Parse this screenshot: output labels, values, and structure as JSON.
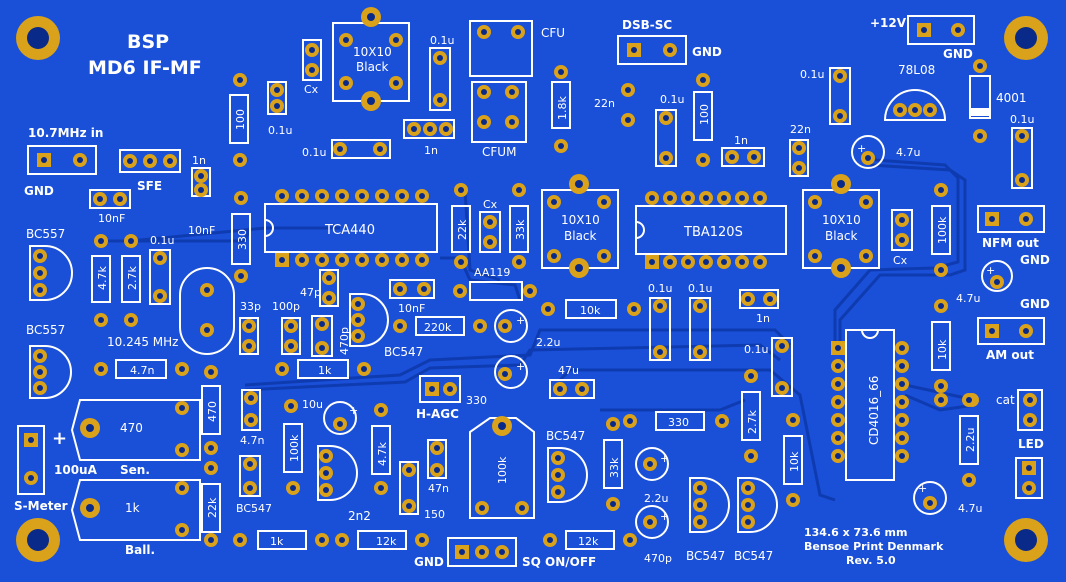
{
  "board": {
    "title_line1": "BSP",
    "title_line2": "MD6 IF-MF",
    "footer_line1": "134.6 x 73.6 mm",
    "footer_line2": "Bensoe Print Denmark",
    "footer_line3": "Rev. 5.0",
    "colors": {
      "board": "#1a4fd8",
      "copper": "#d9a21a",
      "silk": "#ffffff",
      "trace": "#0f3bb0"
    }
  },
  "ics": [
    {
      "id": "ic-tca440",
      "label": "TCA440"
    },
    {
      "id": "ic-tba120s",
      "label": "TBA120S"
    },
    {
      "id": "ic-cd4016",
      "label": "CD4016_66"
    }
  ],
  "transformers": [
    {
      "id": "tr-1",
      "line1": "10X10",
      "line2": "Black"
    },
    {
      "id": "tr-2",
      "line1": "10X10",
      "line2": "Black"
    },
    {
      "id": "tr-3",
      "line1": "10X10",
      "line2": "Black"
    }
  ],
  "potentiometers": [
    {
      "id": "pot-sen",
      "value": "470",
      "caption": "Sen."
    },
    {
      "id": "pot-ball",
      "value": "1k",
      "caption": "Ball."
    },
    {
      "id": "pot-100k",
      "value": "100k"
    }
  ],
  "connectors": {
    "if_in": "10.7MHz in",
    "gnd_if": "GND",
    "sfe": "SFE",
    "dsb_sc": "DSB-SC",
    "gnd_dsb": "GND",
    "plus12v": "+12V",
    "gnd_12v": "GND",
    "nfm_out": "NFM out",
    "gnd_nfm": "GND",
    "gnd_am": "GND",
    "am_out": "AM out",
    "led": "LED",
    "cat": "cat",
    "s_meter": "S-Meter",
    "plus": "+",
    "ua": "100uA",
    "h_agc": "H-AGC",
    "gnd_sq": "GND",
    "sq": "SQ ON/OFF",
    "cfu": "CFU",
    "cfum": "CFUM"
  },
  "labels": [
    {
      "id": "lbl-100-a",
      "text": "100"
    },
    {
      "id": "lbl-01u-a",
      "text": "0.1u"
    },
    {
      "id": "lbl-cx-a",
      "text": "Cx"
    },
    {
      "id": "lbl-01u-b",
      "text": "0.1u"
    },
    {
      "id": "lbl-01u-c",
      "text": "0.1u"
    },
    {
      "id": "lbl-1n-a",
      "text": "1n"
    },
    {
      "id": "lbl-18k",
      "text": "1.8k"
    },
    {
      "id": "lbl-22n-a",
      "text": "22n"
    },
    {
      "id": "lbl-01u-d",
      "text": "0.1u"
    },
    {
      "id": "lbl-100-b",
      "text": "100"
    },
    {
      "id": "lbl-1n-b",
      "text": "1n"
    },
    {
      "id": "lbl-01u-e",
      "text": "0.1u"
    },
    {
      "id": "lbl-78l08",
      "text": "78L08"
    },
    {
      "id": "lbl-4001",
      "text": "4001"
    },
    {
      "id": "lbl-22n-b",
      "text": "22n"
    },
    {
      "id": "lbl-47u-a",
      "text": "4.7u"
    },
    {
      "id": "lbl-01u-f",
      "text": "0.1u"
    },
    {
      "id": "lbl-1n-c",
      "text": "1n"
    },
    {
      "id": "lbl-10nf-a",
      "text": "10nF"
    },
    {
      "id": "lbl-10nf-b",
      "text": "10nF"
    },
    {
      "id": "lbl-330-a",
      "text": "330"
    },
    {
      "id": "lbl-bc557-a",
      "text": "BC557"
    },
    {
      "id": "lbl-47k-a",
      "text": "4.7k"
    },
    {
      "id": "lbl-27k-a",
      "text": "2.7k"
    },
    {
      "id": "lbl-01u-g",
      "text": "0.1u"
    },
    {
      "id": "lbl-22k-a",
      "text": "22k"
    },
    {
      "id": "lbl-cx-b",
      "text": "Cx"
    },
    {
      "id": "lbl-33k-a",
      "text": "33k"
    },
    {
      "id": "lbl-aa119",
      "text": "AA119"
    },
    {
      "id": "lbl-100k-a",
      "text": "100k"
    },
    {
      "id": "lbl-cx-c",
      "text": "Cx"
    },
    {
      "id": "lbl-bc557-b",
      "text": "BC557"
    },
    {
      "id": "lbl-10245",
      "text": "10.245 MHz"
    },
    {
      "id": "lbl-33p",
      "text": "33p"
    },
    {
      "id": "lbl-100p",
      "text": "100p"
    },
    {
      "id": "lbl-47p",
      "text": "47p"
    },
    {
      "id": "lbl-470p-a",
      "text": "470p"
    },
    {
      "id": "lbl-10nf-c",
      "text": "10nF"
    },
    {
      "id": "lbl-220k",
      "text": "220k"
    },
    {
      "id": "lbl-10k-a",
      "text": "10k"
    },
    {
      "id": "lbl-01u-h",
      "text": "0.1u"
    },
    {
      "id": "lbl-01u-i",
      "text": "0.1u"
    },
    {
      "id": "lbl-1n-d",
      "text": "1n"
    },
    {
      "id": "lbl-01u-j",
      "text": "0.1u"
    },
    {
      "id": "lbl-10k-b",
      "text": "10k"
    },
    {
      "id": "lbl-47u-b",
      "text": "4.7u"
    },
    {
      "id": "lbl-22u-a",
      "text": "2.2u"
    },
    {
      "id": "lbl-bc547-a",
      "text": "BC547"
    },
    {
      "id": "lbl-1k-a",
      "text": "1k"
    },
    {
      "id": "lbl-330-b",
      "text": "330"
    },
    {
      "id": "lbl-47n-a",
      "text": "4.7n"
    },
    {
      "id": "lbl-47u-c",
      "text": "47u"
    },
    {
      "id": "lbl-470-a",
      "text": "470"
    },
    {
      "id": "lbl-47n-b",
      "text": "4.7n"
    },
    {
      "id": "lbl-10u",
      "text": "10u"
    },
    {
      "id": "lbl-100k-b",
      "text": "100k"
    },
    {
      "id": "lbl-47k-b",
      "text": "4.7k"
    },
    {
      "id": "lbl-330-c",
      "text": "330"
    },
    {
      "id": "lbl-27k-b",
      "text": "2.7k"
    },
    {
      "id": "lbl-bc547-b",
      "text": "BC547"
    },
    {
      "id": "lbl-33k-b",
      "text": "33k"
    },
    {
      "id": "lbl-10k-c",
      "text": "10k"
    },
    {
      "id": "lbl-470-b",
      "text": "470"
    },
    {
      "id": "lbl-22u-b",
      "text": "2.2u"
    },
    {
      "id": "lbl-22u-c",
      "text": "2.2u"
    },
    {
      "id": "lbl-470p-b",
      "text": "470p"
    },
    {
      "id": "lbl-bc547-c",
      "text": "BC547"
    },
    {
      "id": "lbl-2n2",
      "text": "2n2"
    },
    {
      "id": "lbl-47n-c",
      "text": "47n"
    },
    {
      "id": "lbl-150",
      "text": "150"
    },
    {
      "id": "lbl-22k-b",
      "text": "22k"
    },
    {
      "id": "lbl-1k-b",
      "text": "1k"
    },
    {
      "id": "lbl-12k",
      "text": "12k"
    },
    {
      "id": "lbl-bc547-d",
      "text": "BC547"
    },
    {
      "id": "lbl-bc547-e",
      "text": "BC547"
    },
    {
      "id": "lbl-47u-d",
      "text": "4.7u"
    }
  ]
}
